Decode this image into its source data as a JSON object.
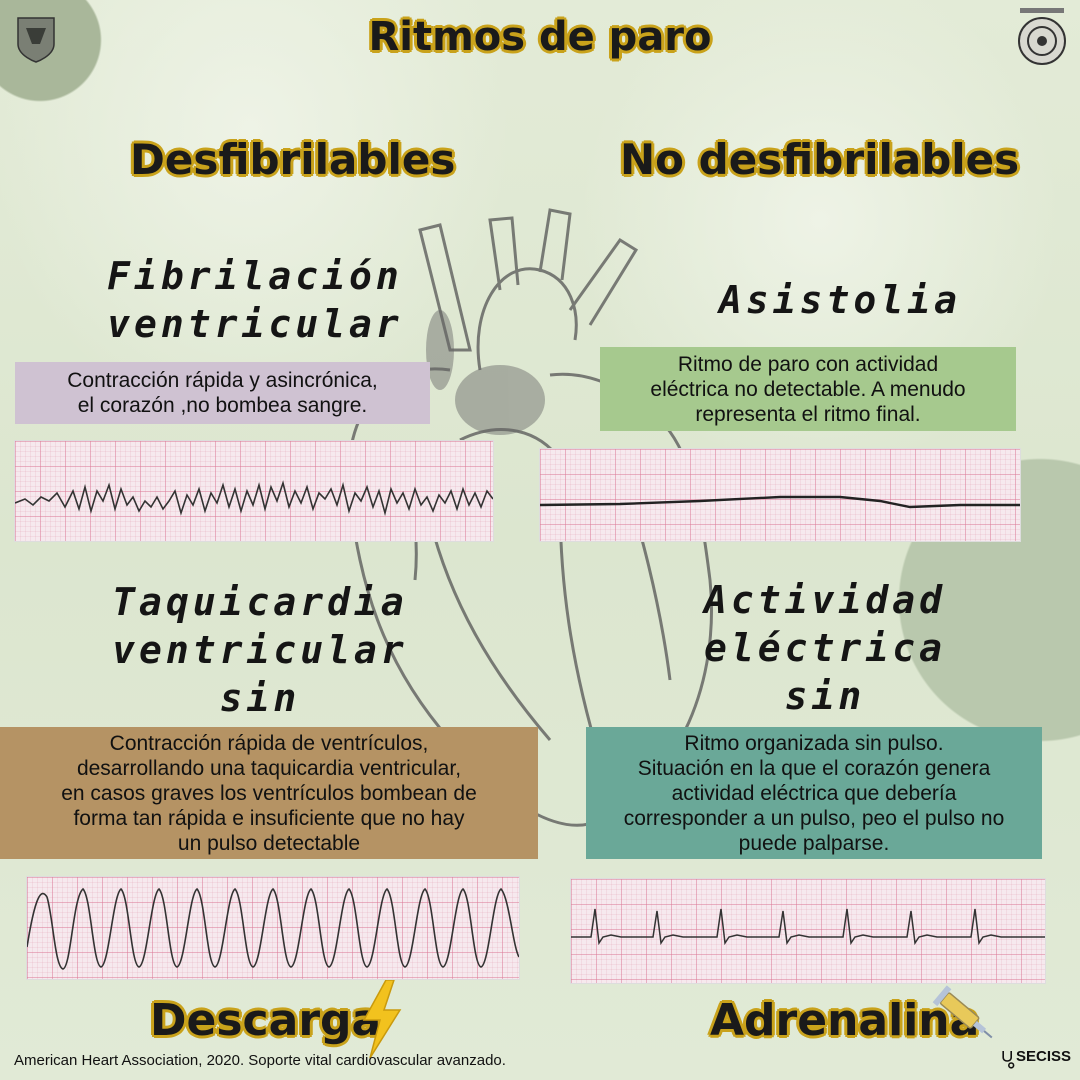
{
  "header": {
    "title": "Ritmos de paro"
  },
  "columns": {
    "left": "Desfibrilables",
    "right": "No desfibrilables"
  },
  "sections": {
    "fv": {
      "title_lines": [
        "Fibrilación",
        "ventricular"
      ],
      "desc_lines": [
        "Contracción rápida y asincrónica,",
        "el corazón ,no bombea sangre."
      ],
      "color": "#cfc2d2"
    },
    "asistolia": {
      "title": "Asistolia",
      "desc_lines": [
        "Ritmo de paro con actividad",
        "eléctrica no detectable. A menudo",
        "representa el ritmo final."
      ],
      "color": "#a6c98e"
    },
    "tv": {
      "title_lines": [
        "Taquicardia",
        "ventricular sin",
        "pulso"
      ],
      "desc_lines": [
        "Contracción rápida de ventrículos,",
        "desarrollando una taquicardia ventricular,",
        "en casos graves los ventrículos bombean de",
        "forma tan  rápida e insuficiente que no hay",
        "un pulso detectable"
      ],
      "color": "#b59364"
    },
    "aesp": {
      "title_lines": [
        "Actividad",
        "eléctrica sin",
        "pulso"
      ],
      "desc_lines": [
        "Ritmo organizada sin pulso.",
        "Situación en la que el corazón genera",
        "actividad eléctrica que debería",
        "corresponder a un pulso, peo el pulso no",
        "puede palparse."
      ],
      "color": "#6aa898"
    }
  },
  "treatments": {
    "left": "Descarga",
    "right": "Adrenalina"
  },
  "footer": {
    "citation": "American Heart Association, 2020. Soporte vital cardiovascular avanzado.",
    "brand": "SECISS"
  },
  "icons": {
    "top_left_logo": "unam-shield-icon",
    "top_right_logo": "faculty-seal-icon",
    "lightning": "lightning-bolt-icon",
    "syringe": "syringe-icon",
    "heart": "heart-illustration-icon"
  }
}
